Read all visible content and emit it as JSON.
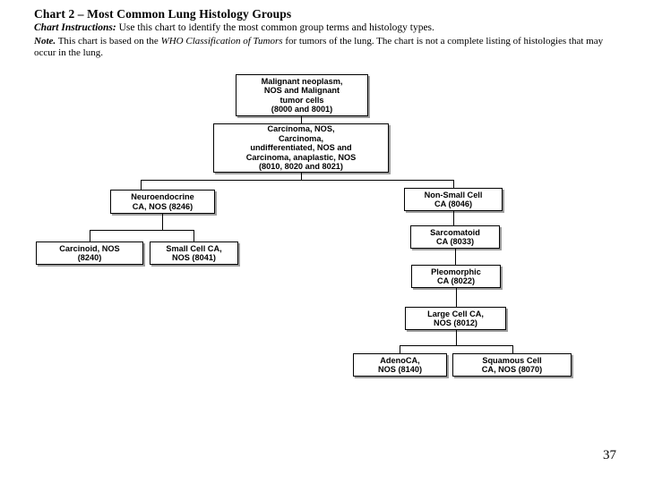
{
  "header": {
    "title": "Chart 2 – Most Common Lung Histology Groups",
    "instructions_label": "Chart Instructions:",
    "instructions_text": " Use this chart to identify the most common group terms and histology types.",
    "note_label": "Note.",
    "note_text_1": "  This chart is based on the ",
    "note_italic": "WHO Classification of Tumors",
    "note_text_2": " for tumors of the lung. The chart is not a complete listing of histologies that may occur in the lung."
  },
  "chart_data": {
    "type": "diagram",
    "title": "Chart 2 – Most Common Lung Histology Groups",
    "nodes": [
      {
        "id": "n1",
        "label": "Malignant neoplasm,\nNOS and Malignant\ntumor cells\n(8000 and 8001)"
      },
      {
        "id": "n2",
        "label": "Carcinoma, NOS,\nCarcinoma,\nundifferentiated, NOS and\nCarcinoma, anaplastic, NOS\n(8010, 8020 and 8021)"
      },
      {
        "id": "n3",
        "label": "Neuroendocrine\nCA, NOS (8246)"
      },
      {
        "id": "n4",
        "label": "Non-Small Cell\nCA (8046)"
      },
      {
        "id": "n5",
        "label": "Carcinoid, NOS\n(8240)"
      },
      {
        "id": "n6",
        "label": "Small Cell CA,\nNOS (8041)"
      },
      {
        "id": "n7",
        "label": "Sarcomatoid\nCA (8033)"
      },
      {
        "id": "n8",
        "label": "Pleomorphic\nCA (8022)"
      },
      {
        "id": "n9",
        "label": "Large Cell CA,\nNOS (8012)"
      },
      {
        "id": "n10",
        "label": "AdenoCA,\nNOS (8140)"
      },
      {
        "id": "n11",
        "label": "Squamous Cell\nCA, NOS (8070)"
      }
    ],
    "edges": [
      {
        "from": "n1",
        "to": "n2"
      },
      {
        "from": "n2",
        "to": "n3"
      },
      {
        "from": "n2",
        "to": "n4"
      },
      {
        "from": "n3",
        "to": "n5"
      },
      {
        "from": "n3",
        "to": "n6"
      },
      {
        "from": "n4",
        "to": "n7"
      },
      {
        "from": "n7",
        "to": "n8"
      },
      {
        "from": "n8",
        "to": "n9"
      },
      {
        "from": "n9",
        "to": "n10"
      },
      {
        "from": "n9",
        "to": "n11"
      }
    ]
  },
  "footer": {
    "page_number": "37"
  }
}
